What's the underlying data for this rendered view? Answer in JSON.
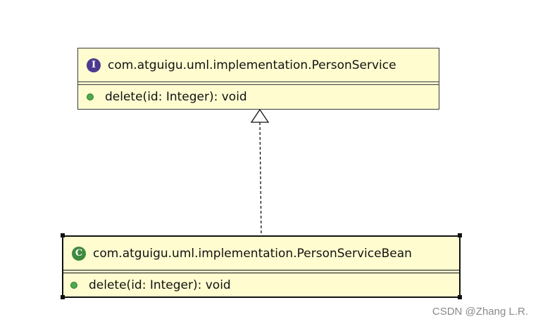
{
  "diagram": {
    "interface": {
      "badge": "I",
      "badge_color": "#4b3a8f",
      "name": "com.atguigu.uml.implementation.PersonService",
      "members": [
        {
          "text": "delete(id: Integer): void",
          "visibility_icon": "public-method-dot-icon"
        }
      ]
    },
    "class": {
      "badge": "C",
      "badge_color": "#3e8a3e",
      "name": "com.atguigu.uml.implementation.PersonServiceBean",
      "members": [
        {
          "text": "delete(id: Integer): void",
          "visibility_icon": "public-method-dot-icon"
        }
      ]
    },
    "relationship": "realization"
  },
  "watermark": "CSDN @Zhang L.R."
}
